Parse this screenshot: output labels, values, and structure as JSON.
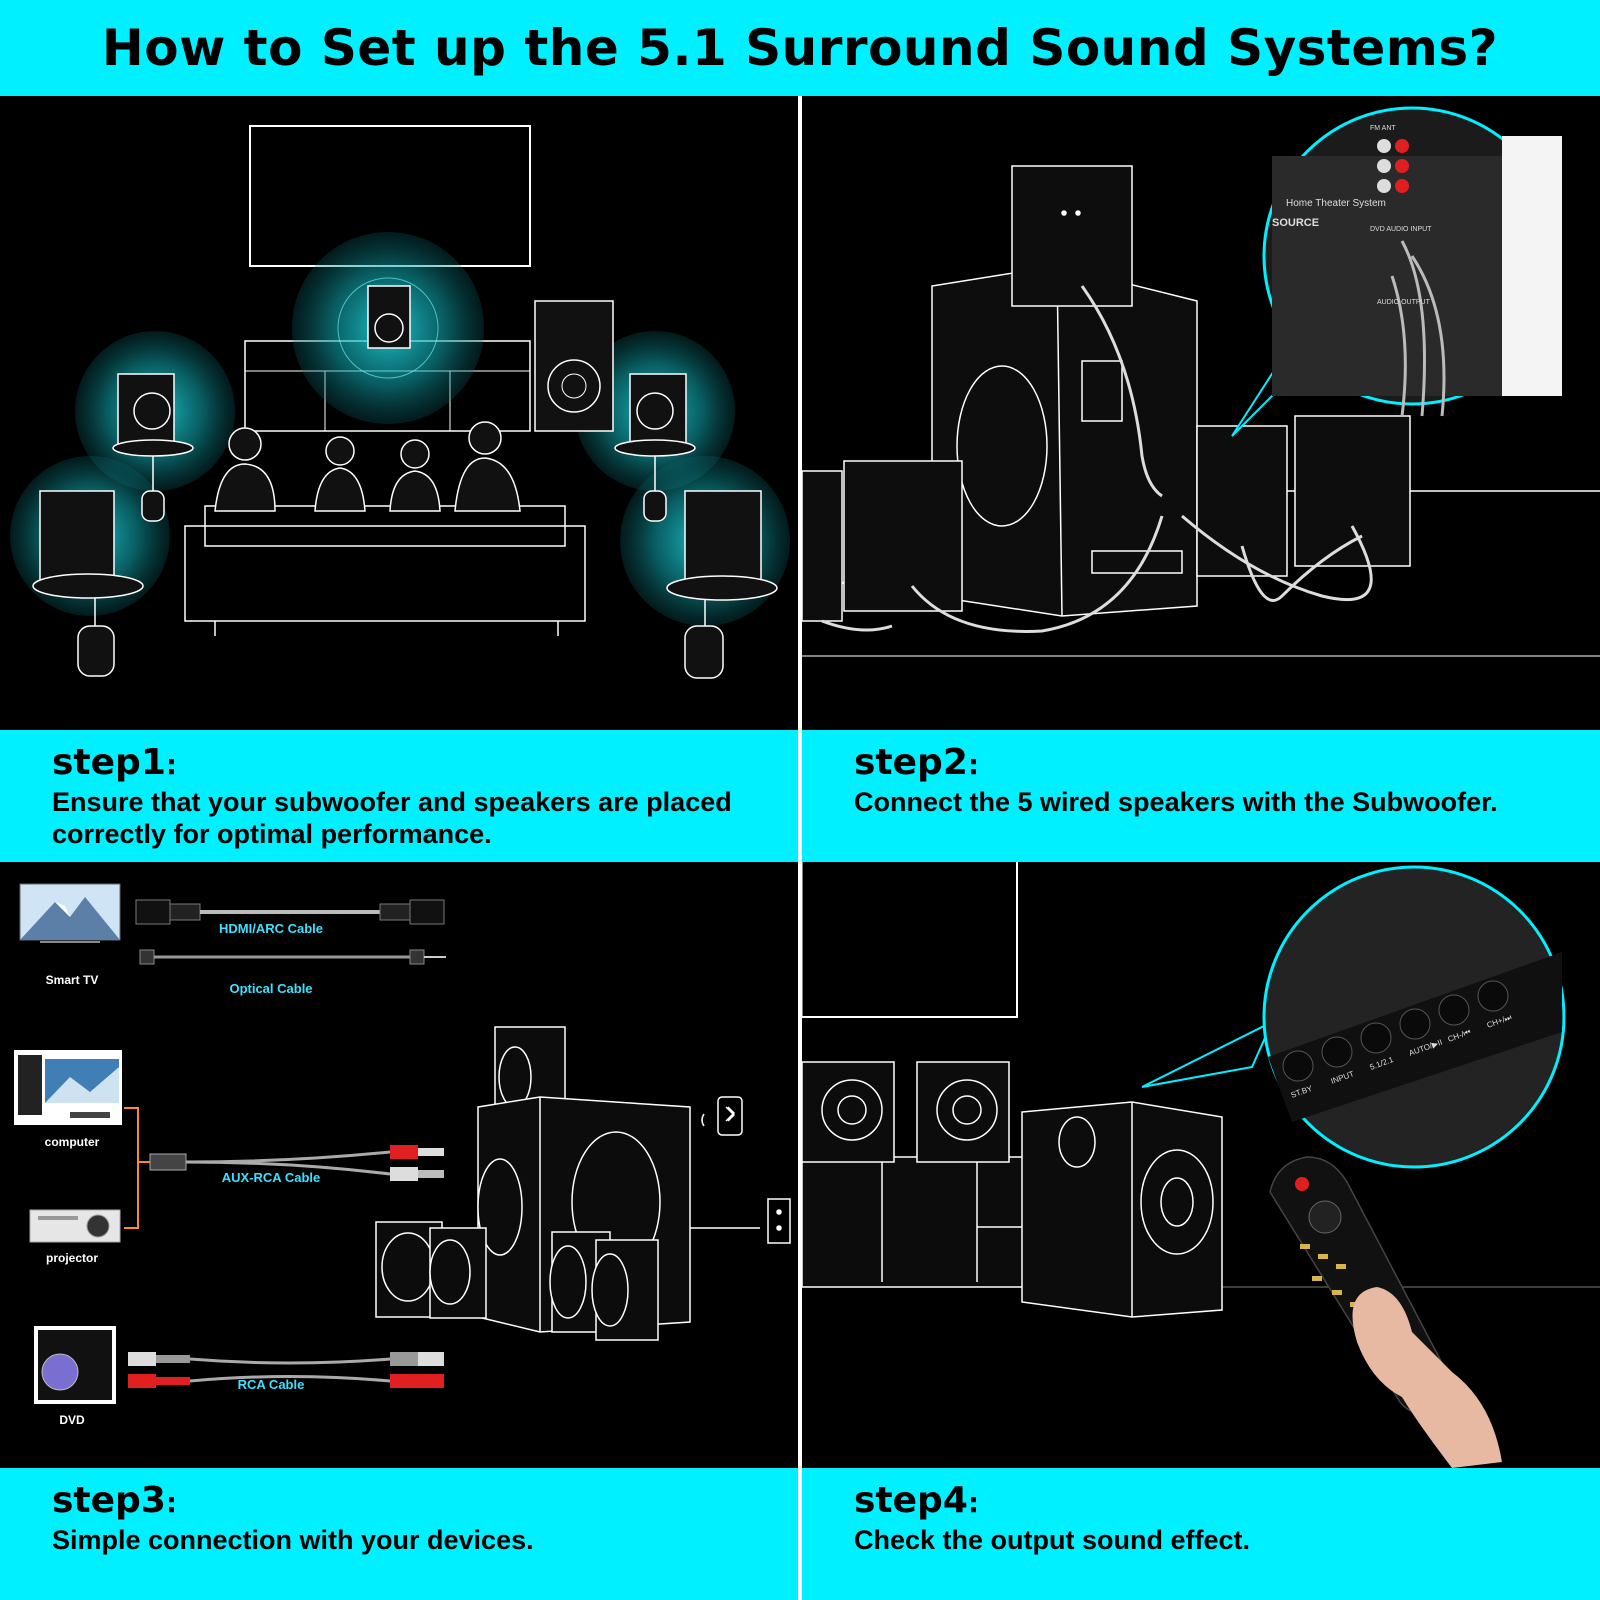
{
  "title": "How to Set up the 5.1 Surround Sound Systems?",
  "steps": [
    {
      "label": "step1",
      "colon": ":",
      "text": "Ensure that your subwoofer and speakers are placed correctly for optimal performance."
    },
    {
      "label": "step2",
      "colon": ":",
      "text": "Connect the 5 wired speakers with the Subwoofer."
    },
    {
      "label": "step3",
      "colon": ":",
      "text": "Simple connection with your devices."
    },
    {
      "label": "step4",
      "colon": ":",
      "text": "Check the output sound effect."
    }
  ],
  "panel2": {
    "panel_text": {
      "l1": "Home Theater System",
      "l2": "SOURCE",
      "l3": "DVD AUDIO INPUT",
      "l4": "AUDIO OUTPUT",
      "l5": "FM ANT"
    }
  },
  "panel3": {
    "devices": {
      "tv": "Smart TV",
      "computer": "computer",
      "projector": "projector",
      "dvd": "DVD"
    },
    "cables": {
      "hdmi": "HDMI/ARC Cable",
      "optical": "Optical Cable",
      "aux": "AUX-RCA Cable",
      "rca": "RCA Cable"
    }
  },
  "panel4": {
    "buttons": [
      "ST.BY",
      "INPUT",
      "5.1/2.1",
      "AUTO/▶II",
      "CH-/⏮",
      "CH+/⏭"
    ]
  },
  "colors": {
    "accent": "#00f0ff",
    "glow": "#11c6cc",
    "rca_red": "#e02020",
    "line": "#ffffff"
  }
}
